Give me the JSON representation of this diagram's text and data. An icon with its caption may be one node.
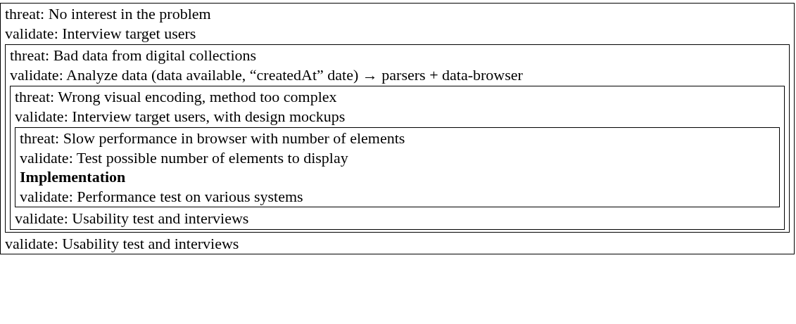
{
  "diagram": {
    "nodes": [
      {
        "text": [
          "threat: No interest in the problem",
          "validate: Interview target users",
          "validate: Usability test and interviews"
        ]
      },
      {
        "text": [
          "threat: Bad data from digital collections",
          "validate: Analyze data (data available, “createdAt” date) → parsers + data-browser"
        ],
        "in": 0
      },
      {
        "text": [
          "threat: Wrong visual encoding, method too complex",
          "validate: Interview target users, with design mockups",
          "validate: Usability test and interviews"
        ],
        "in": 1
      },
      {
        "text": [
          "threat: Slow performance in browser with number of elements",
          "validate: Test possible number of elements to display",
          "Implementation",
          "validate: Performance test on various systems"
        ],
        "in": 2
      }
    ]
  }
}
